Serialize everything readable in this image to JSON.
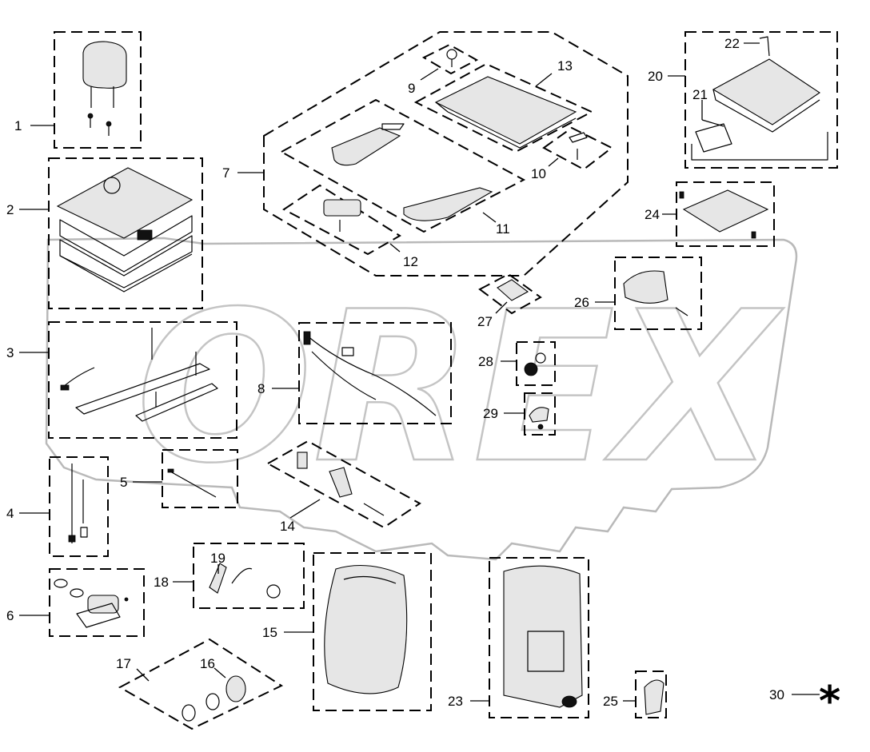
{
  "diagram": {
    "watermark_text": "OREX",
    "callouts": {
      "c1": "1",
      "c2": "2",
      "c3": "3",
      "c4": "4",
      "c5": "5",
      "c6": "6",
      "c7": "7",
      "c8": "8",
      "c9": "9",
      "c10": "10",
      "c11": "11",
      "c12": "12",
      "c13": "13",
      "c14": "14",
      "c15": "15",
      "c16": "16",
      "c17": "17",
      "c18": "18",
      "c19": "19",
      "c20": "20",
      "c21": "21",
      "c22": "22",
      "c23": "23",
      "c24": "24",
      "c25": "25",
      "c26": "26",
      "c27": "27",
      "c28": "28",
      "c29": "29",
      "c30": "30"
    },
    "symbol_30": "*"
  }
}
